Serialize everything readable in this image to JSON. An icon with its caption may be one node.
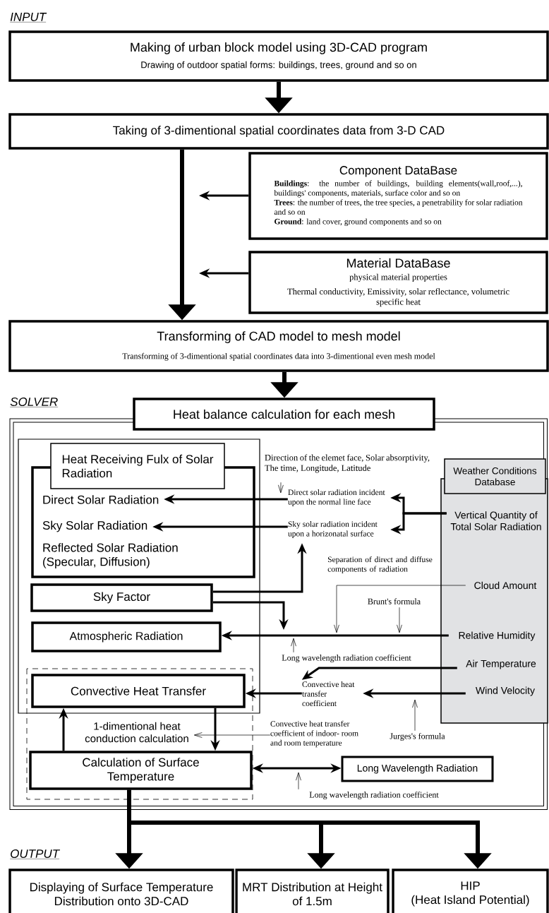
{
  "diagram": {
    "nodes": [
      {
        "text": [
          "Making of urban block model using 3D-CAD program",
          "Drawing of outdoor spatial forms: buildings, trees, ground and so on"
        ]
      },
      {
        "text": [
          "Taking of 3-dimentional spatial coordinates data from 3-D CAD"
        ]
      },
      {
        "text": [
          "Component DataBase",
          "**Buildings**: the number of buildings, building elements(wall,roof,...), buildings' components, materials, surface color and so on",
          "**Trees**: the number of trees, the tree species, a penetrability for solar radiation and so on",
          "**Ground**: land cover, ground components and so on"
        ]
      },
      {
        "text": [
          "Material DataBase",
          "physical material properties",
          "Thermal conductivity, Emissivity, solar reflectance, volumetric specific heat"
        ]
      },
      {
        "text": [
          "Transforming of CAD model to mesh model",
          "Transforming of 3-dimentional spatial coordinates data into 3-dimentional even mesh model"
        ]
      },
      {
        "text": [
          "Heat balance calculation for each mesh"
        ]
      },
      {
        "text": [],
        "shape": "box"
      },
      {
        "text": [
          "Heat Receiving Fulx of Solar Radiation"
        ]
      },
      {
        "text": [
          "Direct Solar Radiation"
        ],
        "in": 6
      },
      {
        "text": [
          "Sky Solar Radiation"
        ],
        "in": 6
      },
      {
        "text": [
          "Reflected Solar Radiation (Specular, Diffusion)"
        ],
        "in": 6
      },
      {
        "text": [
          "Direction of the elemet face, Solar absorptivity, The time, Longitude, Latitude"
        ]
      },
      {
        "text": [],
        "shape": "box"
      },
      {
        "text": [
          "Weather Conditions Database"
        ]
      },
      {
        "text": [
          "Direct solar radiation incident upon the normal line face"
        ]
      },
      {
        "text": [
          "Sky solar radiation incident upon a horizonatal surface"
        ]
      },
      {
        "text": [
          "Vertical Quantity of Total Solar Radiation"
        ],
        "in": 12
      },
      {
        "text": [
          "Sky Factor"
        ]
      },
      {
        "text": [
          "Cloud Amount"
        ],
        "in": 12
      },
      {
        "text": [
          "Brunt's formula"
        ]
      },
      {
        "text": [
          "Atmospheric Radiation"
        ]
      },
      {
        "text": [
          "Relative Humidity"
        ],
        "in": 12
      },
      {
        "text": [
          "Long wavelength radiation coefficient"
        ]
      },
      {
        "text": [
          "Air Temperature"
        ],
        "in": 12
      },
      {
        "text": [
          "Convective Heat Transfer"
        ]
      },
      {
        "text": [
          "Convective heat transfer coefficient"
        ]
      },
      {
        "text": [
          "Wind Velocity"
        ],
        "in": 12
      },
      {
        "text": [
          "Convective heat transfer coefficient of indoor- room and room temperature"
        ]
      },
      {
        "text": [
          "Jurges's formula"
        ]
      },
      {
        "text": [
          "Calculation of Surface Temperature"
        ]
      },
      {
        "text": [
          "Long Wavelength Radiation"
        ]
      },
      {
        "text": [
          "Long wavelength radiation coefficient"
        ]
      },
      {
        "text": [
          "Displaying of Surface Temperature Distribution onto 3D-CAD"
        ]
      },
      {
        "text": [
          "MRT Distribution at Height of 1.5m"
        ]
      },
      {
        "text": [
          "HIP",
          "(Heat Island Potential)"
        ]
      },
      {
        "text": [
          "1-dimentional heat conduction calculation"
        ]
      }
    ],
    "edges": [
      {
        "from": 0,
        "to": 1,
        "arrow": "to",
        "style": "thick"
      },
      {
        "from": 1,
        "to": 4,
        "arrow": "to",
        "style": "thick"
      },
      {
        "from": 2,
        "to": null,
        "arrow": "to"
      },
      {
        "from": 3,
        "to": null,
        "arrow": "to"
      },
      {
        "from": 4,
        "to": 5,
        "arrow": "to",
        "style": "thick"
      },
      {
        "from": 11,
        "to": 14,
        "arrow": "to"
      },
      {
        "from": 16,
        "to": 14,
        "arrow": "to"
      },
      {
        "from": 16,
        "to": 15,
        "arrow": "to"
      },
      {
        "from": 14,
        "to": 8,
        "arrow": "to"
      },
      {
        "from": 15,
        "to": 9,
        "arrow": "to"
      },
      {
        "from": 17,
        "to": 15,
        "arrow": "to"
      },
      {
        "from": 17,
        "to": null,
        "arrow": "to"
      },
      {
        "from": 18,
        "to": null,
        "arrow": "to",
        "label": "Separation of direct and diffuse components of radiation"
      },
      {
        "from": 19,
        "to": null,
        "arrow": "to"
      },
      {
        "from": 21,
        "to": 20,
        "arrow": "to"
      },
      {
        "from": 22,
        "to": null,
        "arrow": "to"
      },
      {
        "from": 23,
        "to": 25,
        "arrow": "to"
      },
      {
        "from": 26,
        "to": 25,
        "arrow": "to"
      },
      {
        "from": 25,
        "to": 24,
        "arrow": "to"
      },
      {
        "from": 28,
        "to": null,
        "arrow": "to"
      },
      {
        "from": 24,
        "to": 29,
        "arrow": "to"
      },
      {
        "from": 29,
        "to": 24,
        "arrow": "to"
      },
      {
        "from": 27,
        "to": 35,
        "arrow": "to"
      },
      {
        "from": 29,
        "to": 30,
        "arrow": "both"
      },
      {
        "from": 31,
        "to": null,
        "arrow": "to"
      },
      {
        "from": 29,
        "to": 32,
        "arrow": "to",
        "style": "thick"
      },
      {
        "from": 29,
        "to": 33,
        "arrow": "to",
        "style": "thick"
      },
      {
        "from": 29,
        "to": 34,
        "arrow": "to",
        "style": "thick"
      }
    ],
    "labels": [
      "INPUT",
      "SOLVER",
      "OUTPUT"
    ]
  }
}
